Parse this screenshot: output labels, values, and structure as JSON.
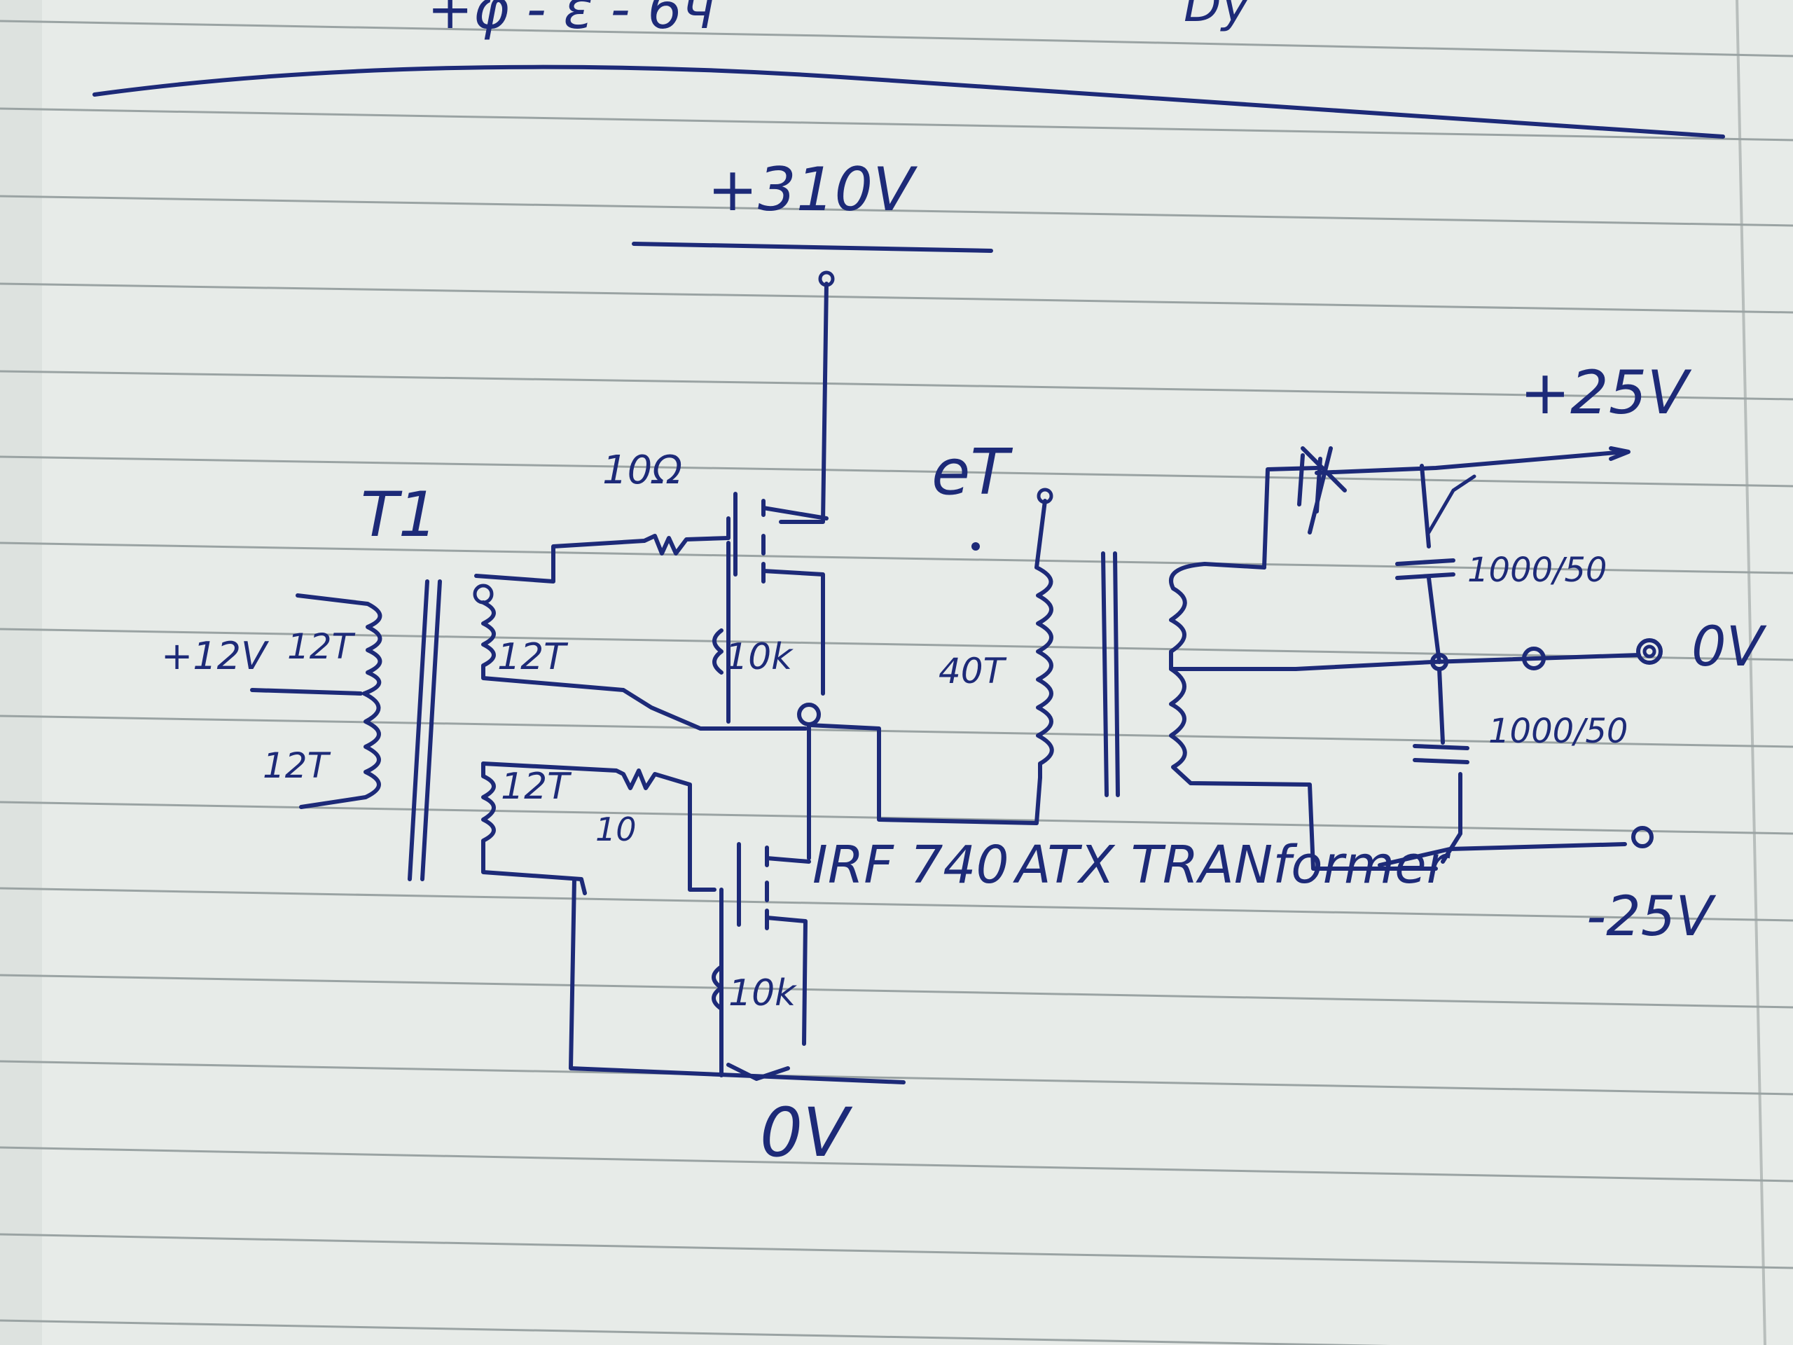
{
  "notebook": {
    "paper_color": "#e7ebe8",
    "rule_color": "#9aa3a3",
    "ink_color": "#1d2a78"
  },
  "labels": {
    "top_scribble": "+φ - ε - 6ч",
    "top_right_scribble": "Dy",
    "supply_high": "+310V",
    "t1": "T1",
    "r_gate_top": "10Ω",
    "et": "eT",
    "input_voltage": "+12V",
    "t1_primary_top": "12T",
    "t1_primary_bottom": "12T",
    "t1_sec_top": "12T",
    "t1_sec_bottom": "12T",
    "r_gs_top": "10k",
    "r_gate_bottom": "10",
    "r_gs_bottom": "10k",
    "main_primary": "40T",
    "mosfet_part": "IRF 740",
    "transformer_type": "ATX TRANformer",
    "ground": "0V",
    "pos_out": "+25V",
    "cap_top": "1000/50",
    "cap_bottom": "1000/50",
    "zero_out": "0V",
    "neg_out": "-25V"
  }
}
